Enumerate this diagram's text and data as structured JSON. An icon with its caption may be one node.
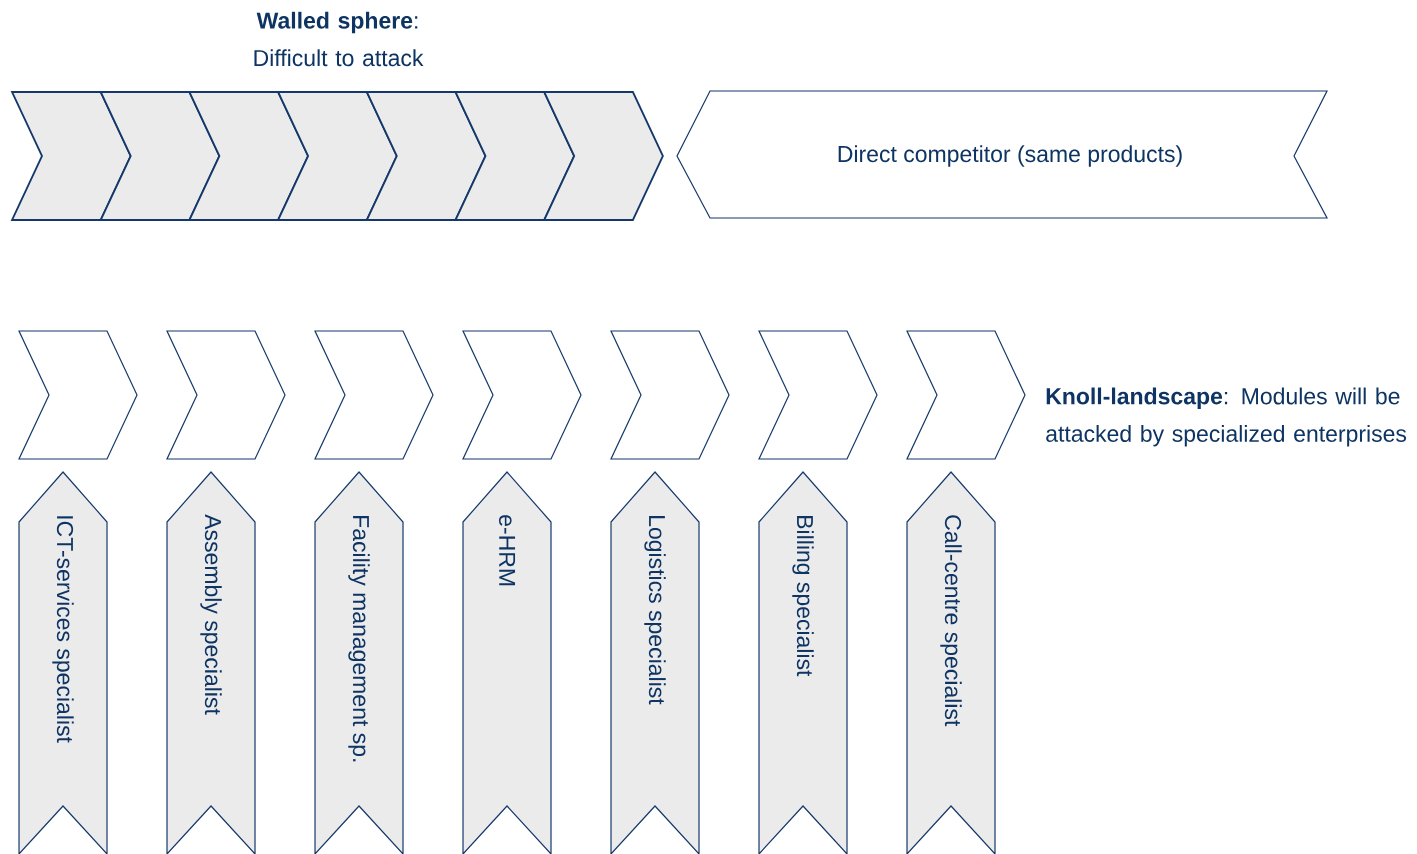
{
  "diagram": {
    "nodes": [
      {
        "text": [],
        "shape": "chevron"
      },
      {
        "text": [],
        "shape": "chevron"
      },
      {
        "text": [],
        "shape": "chevron"
      },
      {
        "text": [],
        "shape": "chevron"
      },
      {
        "text": [],
        "shape": "chevron"
      },
      {
        "text": [],
        "shape": "chevron"
      },
      {
        "text": [],
        "shape": "chevron"
      },
      {
        "text": [
          "Direct competitor (same products)"
        ]
      },
      {
        "text": [],
        "shape": "chevron"
      },
      {
        "text": [],
        "shape": "chevron"
      },
      {
        "text": [],
        "shape": "chevron"
      },
      {
        "text": [],
        "shape": "chevron"
      },
      {
        "text": [],
        "shape": "chevron"
      },
      {
        "text": [],
        "shape": "chevron"
      },
      {
        "text": [],
        "shape": "chevron"
      },
      {
        "text": [
          "ICT-services specialist"
        ]
      },
      {
        "text": [
          "Assembly specialist"
        ]
      },
      {
        "text": [
          "Facility management sp."
        ]
      },
      {
        "text": [
          "e-HRM"
        ]
      },
      {
        "text": [
          "Logistics specialist"
        ]
      },
      {
        "text": [
          "Billing specialist"
        ]
      },
      {
        "text": [
          "Call-centre specialist"
        ]
      }
    ],
    "labels": [
      "**Walled sphere**: Difficult to attack",
      "**Knoll-landscape**: Modules will be attacked by specialized enterprises"
    ]
  }
}
